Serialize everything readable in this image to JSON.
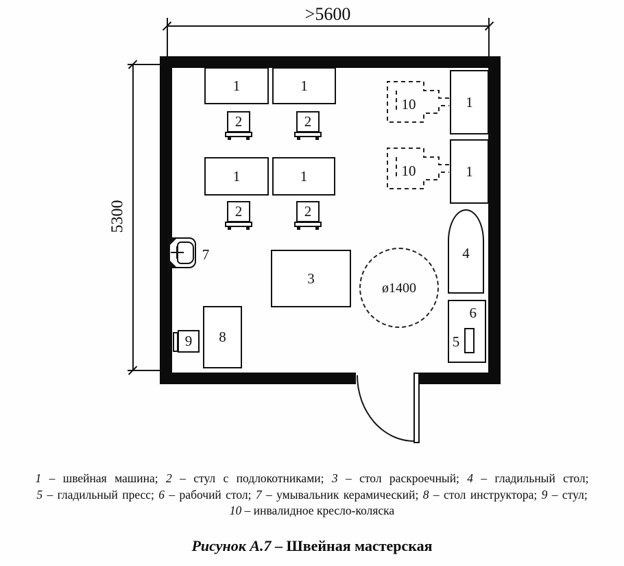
{
  "figure": {
    "caption_prefix": "Рисунок А.7",
    "caption_separator": " – ",
    "caption_title": "Швейная мастерская"
  },
  "dimensions": {
    "width_label": ">5600",
    "height_label": "5300",
    "turning_circle_label": "ø1400"
  },
  "labels": {
    "sewing_machine": "1",
    "armchair": "2",
    "cutting_table": "3",
    "ironing_table": "4",
    "ironing_press": "5",
    "work_table": "6",
    "sink": "7",
    "instructor_table": "8",
    "stool": "9",
    "wheelchair": "10"
  },
  "legend": {
    "items": [
      {
        "num": "1",
        "desc": "швейная машина"
      },
      {
        "num": "2",
        "desc": "стул с подлокотниками"
      },
      {
        "num": "3",
        "desc": "стол раскроечный"
      },
      {
        "num": "4",
        "desc": "гладильный стол"
      },
      {
        "num": "5",
        "desc": "гладильный пресс"
      },
      {
        "num": "6",
        "desc": "рабочий стол"
      },
      {
        "num": "7",
        "desc": "умывальник керамический"
      },
      {
        "num": "8",
        "desc": "стол инструктора"
      },
      {
        "num": "9",
        "desc": "стул"
      },
      {
        "num": "10",
        "desc": "инвалидное кресло-коляска"
      }
    ],
    "separator": " – ",
    "terminator": ";"
  }
}
